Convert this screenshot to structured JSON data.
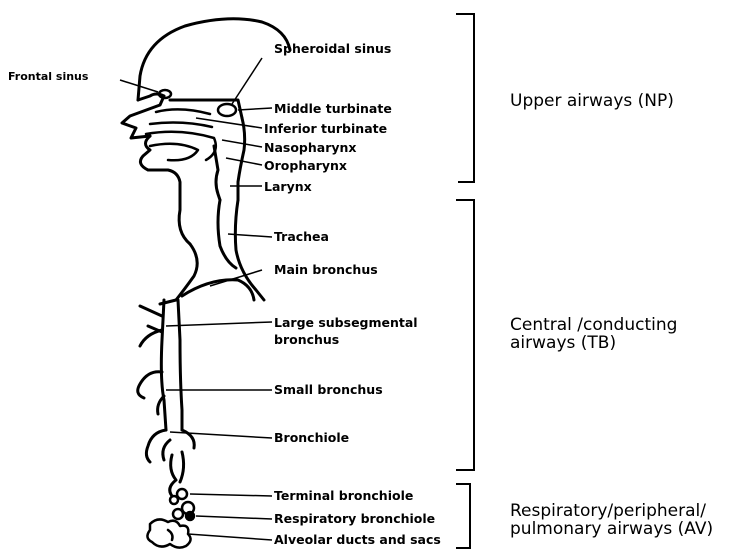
{
  "labels": {
    "frontal_sinus": "Frontal sinus",
    "spheroidal_sinus": "Spheroidal sinus",
    "middle_turbinate": "Middle turbinate",
    "inferior_turbinate": "Inferior turbinate",
    "nasopharynx": "Nasopharynx",
    "oropharynx": "Oropharynx",
    "larynx": "Larynx",
    "trachea": "Trachea",
    "main_bronchus": "Main bronchus",
    "large_subsegmental_line1": "Large subsegmental",
    "large_subsegmental_line2": "bronchus",
    "small_bronchus": "Small bronchus",
    "bronchiole": "Bronchiole",
    "terminal_bronchiole": "Terminal bronchiole",
    "respiratory_bronchiole": "Respiratory bronchiole",
    "alveolar_ducts": "Alveolar ducts and sacs"
  },
  "regions": {
    "upper": "Upper airways (NP)",
    "central_line1": "Central /conducting",
    "central_line2": "airways (TB)",
    "respiratory_line1": "Respiratory/peripheral/",
    "respiratory_line2": "pulmonary airways (AV)"
  }
}
